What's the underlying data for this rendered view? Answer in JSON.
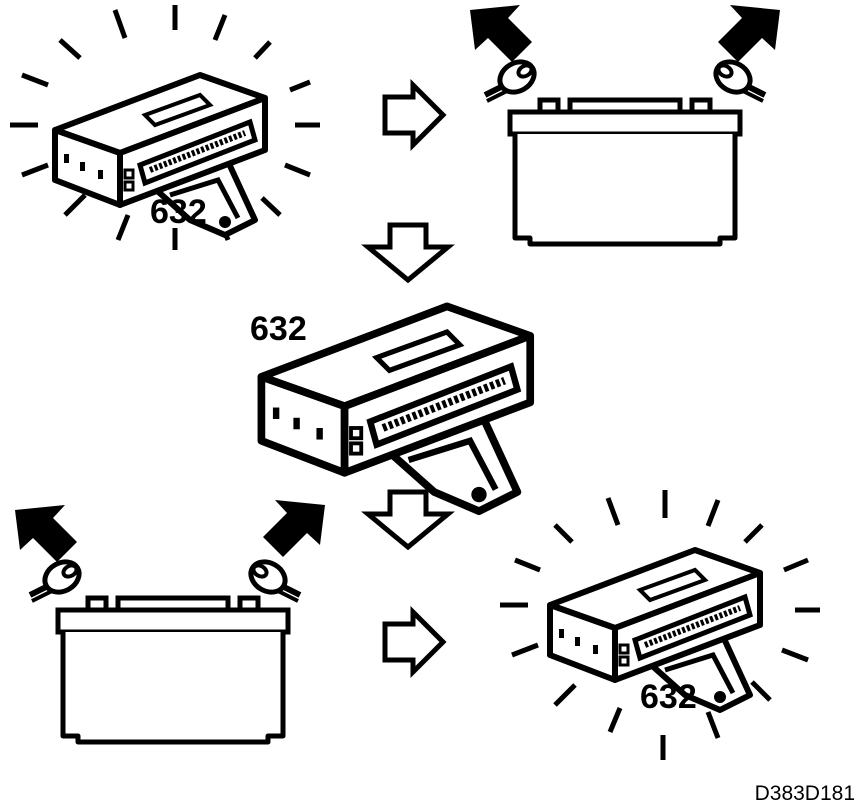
{
  "diagram": {
    "module_labels": [
      "632",
      "632",
      "632"
    ],
    "figure_code": "D383D181",
    "icons": [
      "ecu-module-icon",
      "battery-icon",
      "battery-terminal-clamp-icon",
      "disconnect-arrow-icon",
      "flow-arrow-right-icon",
      "flow-arrow-down-icon",
      "flash-rays-icon"
    ]
  }
}
